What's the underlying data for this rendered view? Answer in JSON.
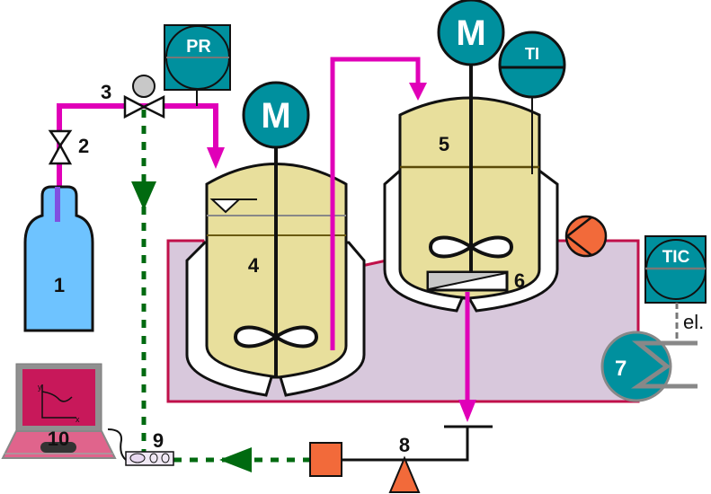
{
  "labels": {
    "gas_bottle": "1",
    "valve_2": "2",
    "valve_3": "3",
    "reactor_4": "4",
    "reactor_5": "5",
    "filter_6": "6",
    "heater_7": "7",
    "balance_8": "8",
    "interface_9": "9",
    "computer_10": "10"
  },
  "instruments": {
    "pressure": "PR",
    "motor_4": "M",
    "motor_5": "M",
    "temperature_indicator": "TI",
    "temperature_controller": "TIC",
    "electric": "el."
  },
  "chart_screen": {
    "y_axis": "y",
    "x_axis": "x"
  },
  "colors": {
    "process_line": "#e000b8",
    "signal_line": "#006a10",
    "instrument": "#00909e",
    "vessel": "#e8df9c",
    "bath": "#d8c8dc",
    "bath_border": "#c0104a",
    "bottle": "#6ec3ff",
    "pump": "#f26a3a",
    "laptop": "#e0648c"
  }
}
